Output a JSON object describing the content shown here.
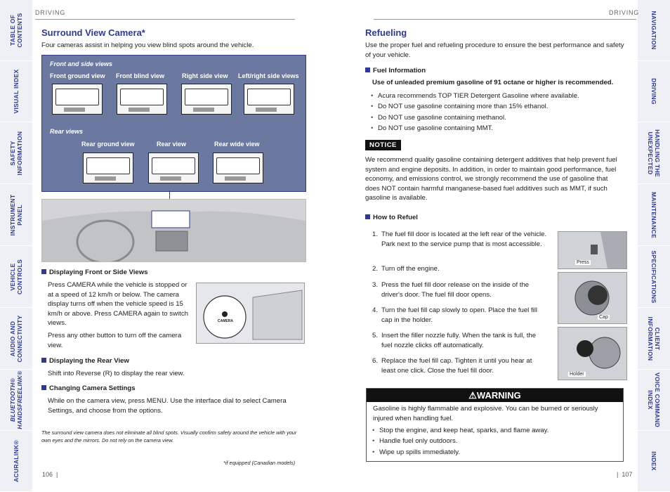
{
  "left_tabs": [
    {
      "label": "TABLE OF\nCONTENTS"
    },
    {
      "label": "VISUAL INDEX"
    },
    {
      "label": "SAFETY\nINFORMATION"
    },
    {
      "label": "INSTRUMENT\nPANEL"
    },
    {
      "label": "VEHICLE\nCONTROLS"
    },
    {
      "label": "AUDIO AND\nCONNECTIVITY"
    },
    {
      "label": "BLUETOOTH®\nHANDSFREELINK®"
    },
    {
      "label": "ACURALINK®"
    }
  ],
  "right_tabs": [
    {
      "label": "NAVIGATION"
    },
    {
      "label": "DRIVING"
    },
    {
      "label": "HANDLING THE\nUNEXPECTED"
    },
    {
      "label": "MAINTENANCE"
    },
    {
      "label": "SPECIFICATIONS"
    },
    {
      "label": "CLIENT\nINFORMATION"
    },
    {
      "label": "VOICE COMMAND\nINDEX"
    },
    {
      "label": "INDEX"
    }
  ],
  "left_page": {
    "running_head": "DRIVING",
    "title": "Surround View Camera*",
    "intro": "Four cameras assist in helping you view blind spots around the vehicle.",
    "panel": {
      "front_heading": "Front and side views",
      "front_labels": [
        "Front ground view",
        "Front blind view",
        "Right side view",
        "Left/right side views"
      ],
      "rear_heading": "Rear views",
      "rear_labels": [
        "Rear ground view",
        "Rear view",
        "Rear wide view"
      ]
    },
    "display_button": "CAMERA",
    "sec1_title": "Displaying Front or Side Views",
    "sec1_p1": "Press CAMERA while the vehicle is stopped or at a speed of 12 km/h or below. The camera display turns off when the vehicle speed is 15 km/h or above. Press CAMERA again to switch views.",
    "sec1_p2": "Press any other button to turn off the camera view.",
    "sec2_title": "Displaying the Rear View",
    "sec2_p": "Shift into Reverse (R) to display the rear view.",
    "sec3_title": "Changing Camera Settings",
    "sec3_p": "While on the camera view, press MENU. Use the interface dial to select Camera Settings, and choose from the options.",
    "caution": "The surround view camera does not eliminate all blind spots. Visually confirm safety around the vehicle with your own eyes and the mirrors. Do not rely on the camera view.",
    "footnote": "*if equipped (Canadian models)",
    "page_number": "106"
  },
  "right_page": {
    "running_head": "DRIVING",
    "title": "Refueling",
    "intro": "Use the proper fuel and refueling procedure to ensure the best performance and safety of your vehicle.",
    "fuel_info_title": "Fuel Information",
    "fuel_info_bold": "Use of unleaded premium gasoline of 91 octane or higher is recommended.",
    "fuel_bullets": [
      "Acura recommends TOP TIER Detergent Gasoline where available.",
      "Do NOT use gasoline containing more than 15% ethanol.",
      "Do NOT use gasoline containing methanol.",
      "Do NOT use gasoline containing MMT."
    ],
    "notice_label": "NOTICE",
    "notice_text": "We recommend quality gasoline containing detergent additives that help prevent fuel system and engine deposits. In addition, in order to maintain good performance, fuel economy, and emissions control, we strongly recommend the use of gasoline that does NOT contain harmful manganese-based fuel additives such as MMT, if such gasoline is available.",
    "how_title": "How to Refuel",
    "steps": [
      {
        "n": "1.",
        "text": "The fuel fill door is located at the left rear of the vehicle. Park next to the service pump that is most accessible."
      },
      {
        "n": "2.",
        "text": "Turn off the engine."
      },
      {
        "n": "3.",
        "text": "Press the fuel fill door release on the inside of the driver's door. The fuel fill door opens."
      },
      {
        "n": "4.",
        "text": "Turn the fuel fill cap slowly to open. Place the fuel fill cap in the holder."
      },
      {
        "n": "5.",
        "text": "Insert the filler nozzle fully. When the tank is full, the fuel nozzle clicks off automatically."
      },
      {
        "n": "6.",
        "text": "Replace the fuel fill cap. Tighten it until you hear at least one click. Close the fuel fill door."
      }
    ],
    "image_captions": [
      "Press",
      "Cap",
      "Holder"
    ],
    "warning_title": "WARNING",
    "warning_text": "Gasoline is highly flammable and explosive. You can be burned or seriously injured when handling fuel.",
    "warning_bullets": [
      "Stop the engine, and keep heat, sparks, and flame away.",
      "Handle fuel only outdoors.",
      "Wipe up spills immediately."
    ],
    "page_number": "107"
  },
  "colors": {
    "accent": "#2f3a8c",
    "tab_bg": "#eef0f5",
    "panel_bg": "#6b78a0"
  }
}
